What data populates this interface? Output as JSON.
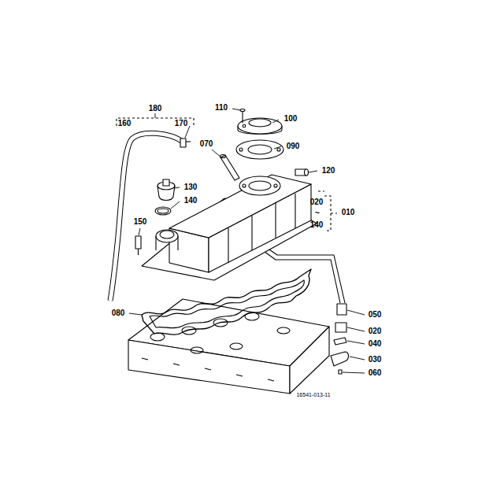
{
  "diagram": {
    "labels": [
      "180",
      "160",
      "170",
      "110",
      "100",
      "090",
      "070",
      "120",
      "130",
      "140",
      "010",
      "020",
      "~",
      "140",
      "150",
      "080",
      "050",
      "020",
      "040",
      "030",
      "060",
      "16541-013-11"
    ]
  }
}
